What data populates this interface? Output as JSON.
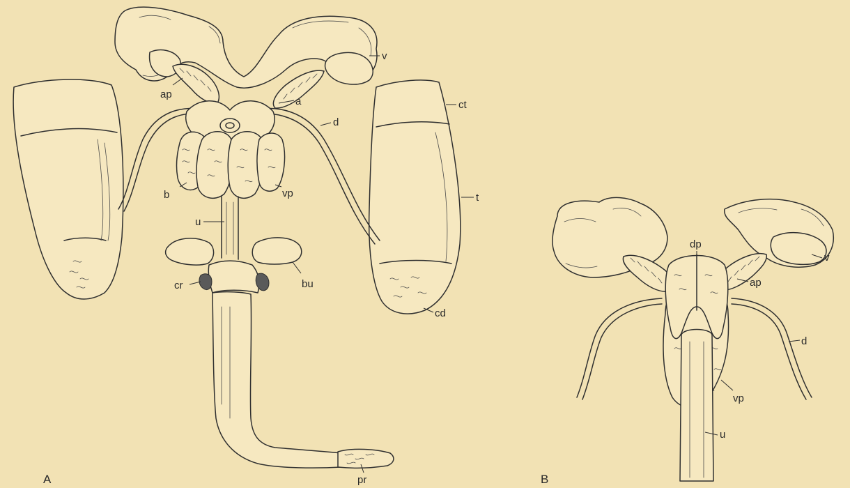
{
  "figure": {
    "panel_a": {
      "letter": "A",
      "labels": {
        "ap": "ap",
        "a": "a",
        "v": "v",
        "ct": "ct",
        "d": "d",
        "t": "t",
        "b": "b",
        "vp": "vp",
        "u": "u",
        "bu": "bu",
        "cr": "cr",
        "cd": "cd",
        "pr": "pr"
      }
    },
    "panel_b": {
      "letter": "B",
      "labels": {
        "dp": "dp",
        "v": "v",
        "ap": "ap",
        "d": "d",
        "vp": "vp",
        "u": "u"
      }
    }
  },
  "colors": {
    "background": "#f2e2b4",
    "ink": "#2f2f2f",
    "organ_fill": "#f6e8c0"
  }
}
